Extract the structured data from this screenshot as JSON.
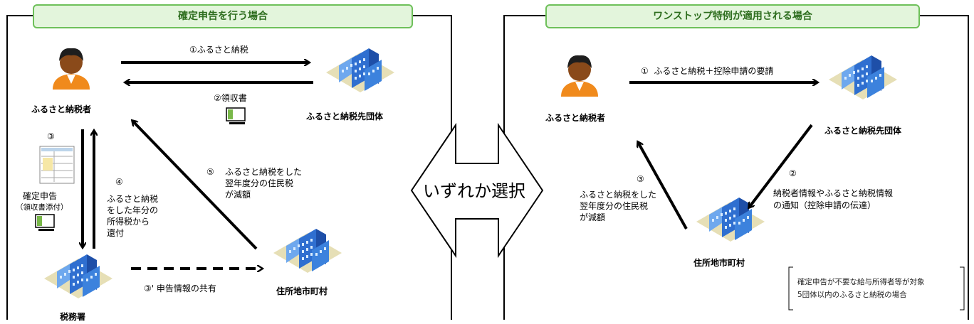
{
  "left": {
    "title": "確定申告を行う場合",
    "taxpayer": "ふるさと納税者",
    "destination": "ふるさと納税先団体",
    "tax_office": "税務署",
    "municipality": "住所地市町村",
    "step1": "①ふるさと納税",
    "step2": "②領収書",
    "step3_num": "③",
    "step3_label": "確定申告",
    "step3_sub": "（領収書添付）",
    "step3b": "③' 申告情報の共有",
    "step4_num": "④",
    "step4_lines": [
      "ふるさと納税",
      "をした年分の",
      "所得税から",
      "還付"
    ],
    "step5_num": "⑤",
    "step5_lines": [
      "ふるさと納税をした",
      "翌年度分の住民税",
      "が減額"
    ]
  },
  "center": {
    "label": "いずれか選択"
  },
  "right": {
    "title": "ワンストップ特例が適用される場合",
    "taxpayer": "ふるさと納税者",
    "destination": "ふるさと納税先団体",
    "municipality": "住所地市町村",
    "step1": "①  ふるさと納税＋控除申請の要請",
    "step2_num": "②",
    "step2_lines": [
      "納税者情報やふるさと納税情報",
      "の通知（控除申請の伝達）"
    ],
    "step3_num": "③",
    "step3_lines": [
      "ふるさと納税をした",
      "翌年度分の住民税",
      "が減額"
    ],
    "note_lines": [
      "確定申告が不要な給与所得者等が対象",
      "5団体以内のふるさと納税の場合"
    ]
  },
  "colors": {
    "tab_bg": "#e3f5dc",
    "tab_border": "#6ec05a",
    "title_text": "#2e6e1f",
    "building_blue": "#2f6fd0",
    "diamond_tan": "#e6dfb6",
    "person_orange": "#f08a1c"
  },
  "icons": [
    "person-icon",
    "building-icon",
    "receipt-icon",
    "tax-form-icon"
  ]
}
